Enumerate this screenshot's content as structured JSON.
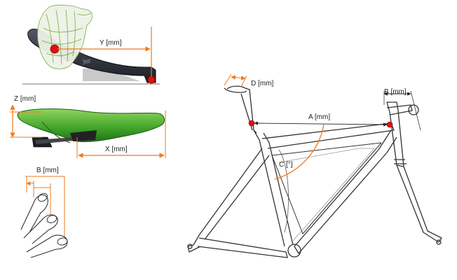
{
  "labels": {
    "y_mm": "Y [mm]",
    "z_mm": "Z [mm]",
    "x_mm": "X [mm]",
    "b_fingers_mm": "B [mm]",
    "d_mm": "D [mm]",
    "b_frame_mm": "B [mm]",
    "a_mm": "A [mm]",
    "c_deg": "C [°]"
  },
  "bar_brand": "3ttt",
  "colors": {
    "orange": "#f07a1e",
    "frame": "#333333",
    "saddle": "#3fa328",
    "red_dot": "#e01010",
    "hand_green": "#7cc84a"
  },
  "icons": [
    "hand-on-bar-icon",
    "saddle-icon",
    "fingers-icon",
    "bike-frame-icon"
  ]
}
